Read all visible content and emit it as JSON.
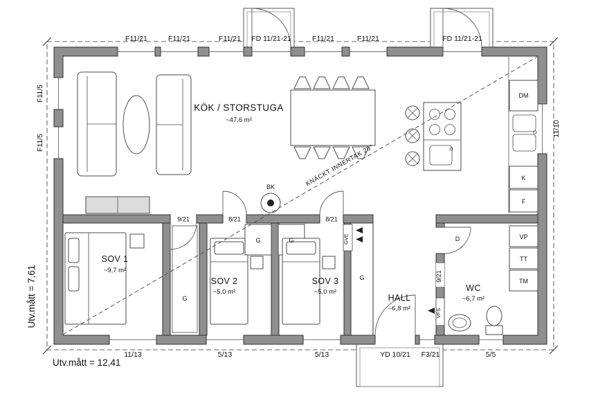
{
  "measurements": {
    "width": "Utv.mått = 12,41",
    "height": "Utv.mått = 7,61"
  },
  "openings": {
    "top": [
      "F11/21",
      "F11/21",
      "F11/21",
      "FD 11/21-21",
      "F11/21",
      "F11/21",
      "FD 11/21-21"
    ],
    "left": [
      "F11/5",
      "F11/5"
    ],
    "right": [
      "11/10"
    ],
    "bottom": [
      "11/13",
      "5/13",
      "5/13",
      "YD 10/21",
      "F3/21",
      "5/5"
    ]
  },
  "rooms": {
    "kok": {
      "name": "KÖK / STORSTUGA",
      "area": "~47,6 m²"
    },
    "sov1": {
      "name": "SOV 1",
      "area": "~9,7 m²"
    },
    "sov2": {
      "name": "SOV 2",
      "area": "~5,0 m²"
    },
    "sov3": {
      "name": "SOV 3",
      "area": "~5,0 m²"
    },
    "hall": {
      "name": "HALL",
      "area": "~6,8 m²"
    },
    "wc": {
      "name": "WC",
      "area": "~6,7 m²"
    }
  },
  "interior_doors": {
    "sov1": "9/21",
    "sov2": "8/21",
    "sov3": "8/21",
    "wc": "9/21"
  },
  "labels": {
    "bk": "BK",
    "d": "D",
    "gve": "GVE",
    "vfs": "VFS",
    "dm": "DM",
    "k": "K",
    "f": "F",
    "vp": "VP",
    "tt": "TT",
    "tm": "TM",
    "g": "G",
    "ceiling_note": "KNÄCKT INNERTAK 20°"
  },
  "colors": {
    "wall_fill": "#8f8f8f",
    "line": "#2f2f2f",
    "boundary_dash": "#666666"
  }
}
